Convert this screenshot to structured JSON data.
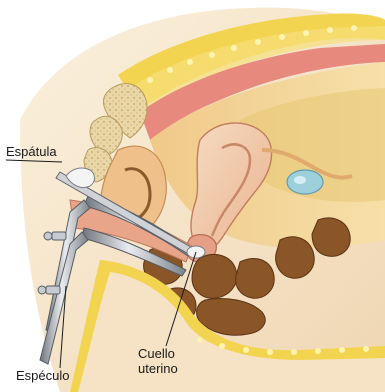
{
  "labels": {
    "spatula": "Espátula",
    "cervix_line1": "Cuello",
    "cervix_line2": "uterino",
    "speculum": "Espéculo"
  },
  "colors": {
    "background": "#ffffff",
    "skin": "#f6e2c4",
    "fat": "#f3d451",
    "bone": "#e9d6a7",
    "muscle": "#c9a86d",
    "uterus": "#f1c7a6",
    "intestine": "#7a4a23",
    "bladder": "#8ec7d6",
    "instrument": "#9aa0a8"
  }
}
